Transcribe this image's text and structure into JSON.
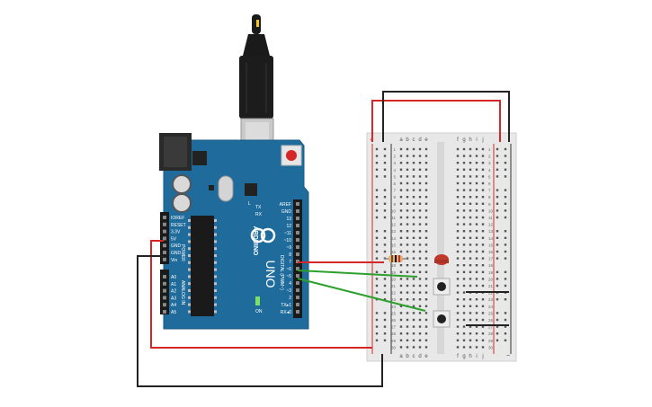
{
  "arduino": {
    "brand": "ARDUINO",
    "model": "UNO",
    "power_label": "POWER",
    "analog_label": "ANALOG IN",
    "digital_label": "DIGITAL (PWM~)",
    "tx_label": "TX",
    "rx_label": "RX",
    "l_label": "L",
    "on_label": "ON",
    "power_pins": [
      "IOREF",
      "RESET",
      "3.3V",
      "5V",
      "GND",
      "GND",
      "Vin"
    ],
    "analog_pins": [
      "A0",
      "A1",
      "A2",
      "A3",
      "A4",
      "A5"
    ],
    "digital_pins": [
      "AREF",
      "GND",
      "13",
      "12",
      "~11",
      "~10",
      "~9",
      "8",
      "7",
      "~6",
      "~5",
      "4",
      "~3",
      "2",
      "TX▸1",
      "RX◂0"
    ]
  },
  "breadboard": {
    "columns_left": [
      "a",
      "b",
      "c",
      "d",
      "e"
    ],
    "columns_right": [
      "f",
      "g",
      "h",
      "i",
      "j"
    ],
    "rows": [
      "1",
      "2",
      "3",
      "4",
      "5",
      "6",
      "7",
      "8",
      "9",
      "10",
      "11",
      "12",
      "13",
      "14",
      "15",
      "16",
      "17",
      "18",
      "19",
      "20",
      "21",
      "22",
      "23",
      "24",
      "25",
      "26",
      "27",
      "28",
      "29",
      "30"
    ],
    "rail_plus": "+",
    "rail_minus": "−"
  },
  "colors": {
    "board": "#1f6c9c",
    "wire_red": "#d62728",
    "wire_black": "#222222",
    "wire_green": "#2ca02c",
    "led": "#c0392b",
    "breadboard": "#e8e8e8"
  }
}
